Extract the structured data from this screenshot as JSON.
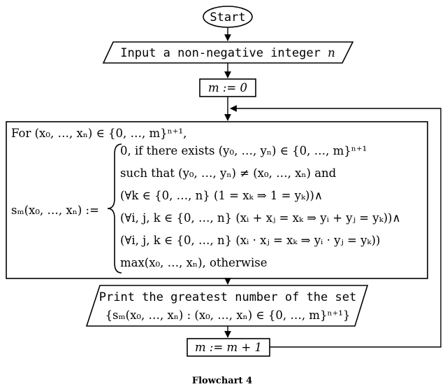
{
  "diagram": {
    "start": {
      "label": "Start"
    },
    "input": {
      "text": "Input a non-negative integer ",
      "var": "n"
    },
    "init": {
      "text": "m := 0"
    },
    "definition": {
      "line1": "For (x₀, …, xₙ) ∈ {0, …, m}ⁿ⁺¹,",
      "lhs": "sₘ(x₀, …, xₙ) :=",
      "case_lines": [
        "0, if there exists (y₀, …, yₙ) ∈ {0, …, m}ⁿ⁺¹",
        "such that (y₀, …, yₙ) ≠ (x₀, …, xₙ) and",
        "(∀k ∈ {0, …, n} (1 = xₖ ⇒ 1 = yₖ))∧",
        "(∀i, j, k ∈ {0, …, n} (xᵢ + xⱼ = xₖ ⇒ yᵢ + yⱼ = yₖ))∧",
        "(∀i, j, k ∈ {0, …, n} (xᵢ · xⱼ = xₖ ⇒ yᵢ · yⱼ = yₖ))",
        "max(x₀, …, xₙ), otherwise"
      ]
    },
    "print": {
      "line1": "Print the greatest number of the set",
      "line2": "{sₘ(x₀, …, xₙ) : (x₀, …, xₙ) ∈ {0, …, m}ⁿ⁺¹}"
    },
    "increment": {
      "text": "m := m + 1"
    },
    "caption": "Flowchart 4"
  }
}
